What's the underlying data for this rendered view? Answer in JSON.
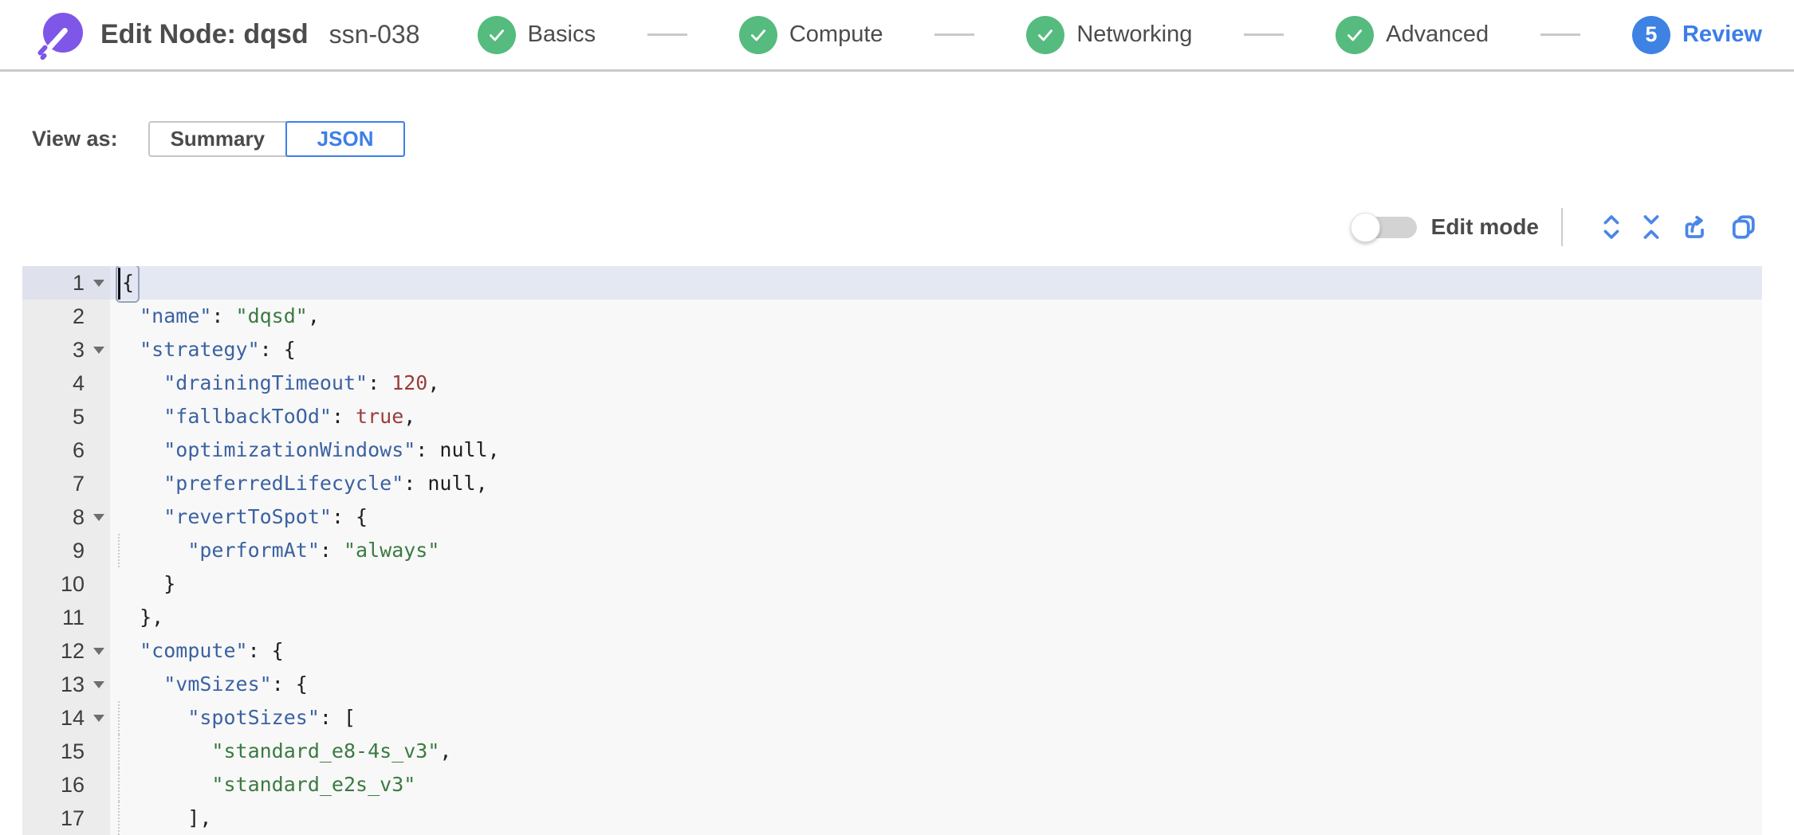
{
  "header": {
    "title": "Edit Node: dqsd",
    "subtitle": "ssn-038",
    "steps": [
      {
        "label": "Basics",
        "state": "done"
      },
      {
        "label": "Compute",
        "state": "done"
      },
      {
        "label": "Networking",
        "state": "done"
      },
      {
        "label": "Advanced",
        "state": "done"
      },
      {
        "label": "Review",
        "state": "active",
        "number": "5"
      }
    ]
  },
  "view_as": {
    "label": "View as:",
    "options": [
      {
        "label": "Summary",
        "selected": false
      },
      {
        "label": "JSON",
        "selected": true
      }
    ]
  },
  "toolbar": {
    "edit_mode_label": "Edit mode",
    "edit_mode_on": false,
    "icons": [
      "expand-icon",
      "collapse-icon",
      "export-icon",
      "copy-icon"
    ]
  },
  "colors": {
    "accent_blue": "#3d7fe8",
    "success_green": "#56bb7e",
    "logo_purple": "#7e57e8",
    "key_blue": "#3b62a1",
    "string_green": "#3b7a42",
    "number_maroon": "#9a3c3c"
  },
  "editor": {
    "lines": [
      {
        "n": 1,
        "fold": true,
        "active": true,
        "cursor": true,
        "tokens": [
          {
            "c": "pun",
            "t": "{"
          }
        ]
      },
      {
        "n": 2,
        "tokens": [
          {
            "c": "pun",
            "t": "  "
          },
          {
            "c": "key",
            "t": "\"name\""
          },
          {
            "c": "pun",
            "t": ": "
          },
          {
            "c": "str",
            "t": "\"dqsd\""
          },
          {
            "c": "pun",
            "t": ","
          }
        ]
      },
      {
        "n": 3,
        "fold": true,
        "tokens": [
          {
            "c": "pun",
            "t": "  "
          },
          {
            "c": "key",
            "t": "\"strategy\""
          },
          {
            "c": "pun",
            "t": ": {"
          }
        ]
      },
      {
        "n": 4,
        "tokens": [
          {
            "c": "pun",
            "t": "    "
          },
          {
            "c": "key",
            "t": "\"drainingTimeout\""
          },
          {
            "c": "pun",
            "t": ": "
          },
          {
            "c": "num",
            "t": "120"
          },
          {
            "c": "pun",
            "t": ","
          }
        ]
      },
      {
        "n": 5,
        "tokens": [
          {
            "c": "pun",
            "t": "    "
          },
          {
            "c": "key",
            "t": "\"fallbackToOd\""
          },
          {
            "c": "pun",
            "t": ": "
          },
          {
            "c": "bool",
            "t": "true"
          },
          {
            "c": "pun",
            "t": ","
          }
        ]
      },
      {
        "n": 6,
        "tokens": [
          {
            "c": "pun",
            "t": "    "
          },
          {
            "c": "key",
            "t": "\"optimizationWindows\""
          },
          {
            "c": "pun",
            "t": ": "
          },
          {
            "c": "null",
            "t": "null"
          },
          {
            "c": "pun",
            "t": ","
          }
        ]
      },
      {
        "n": 7,
        "tokens": [
          {
            "c": "pun",
            "t": "    "
          },
          {
            "c": "key",
            "t": "\"preferredLifecycle\""
          },
          {
            "c": "pun",
            "t": ": "
          },
          {
            "c": "null",
            "t": "null"
          },
          {
            "c": "pun",
            "t": ","
          }
        ]
      },
      {
        "n": 8,
        "fold": true,
        "tokens": [
          {
            "c": "pun",
            "t": "    "
          },
          {
            "c": "key",
            "t": "\"revertToSpot\""
          },
          {
            "c": "pun",
            "t": ": {"
          }
        ]
      },
      {
        "n": 9,
        "guide": true,
        "tokens": [
          {
            "c": "pun",
            "t": "      "
          },
          {
            "c": "key",
            "t": "\"performAt\""
          },
          {
            "c": "pun",
            "t": ": "
          },
          {
            "c": "str",
            "t": "\"always\""
          }
        ]
      },
      {
        "n": 10,
        "tokens": [
          {
            "c": "pun",
            "t": "    }"
          }
        ]
      },
      {
        "n": 11,
        "tokens": [
          {
            "c": "pun",
            "t": "  },"
          }
        ]
      },
      {
        "n": 12,
        "fold": true,
        "tokens": [
          {
            "c": "pun",
            "t": "  "
          },
          {
            "c": "key",
            "t": "\"compute\""
          },
          {
            "c": "pun",
            "t": ": {"
          }
        ]
      },
      {
        "n": 13,
        "fold": true,
        "tokens": [
          {
            "c": "pun",
            "t": "    "
          },
          {
            "c": "key",
            "t": "\"vmSizes\""
          },
          {
            "c": "pun",
            "t": ": {"
          }
        ]
      },
      {
        "n": 14,
        "fold": true,
        "guide": true,
        "tokens": [
          {
            "c": "pun",
            "t": "      "
          },
          {
            "c": "key",
            "t": "\"spotSizes\""
          },
          {
            "c": "pun",
            "t": ": ["
          }
        ]
      },
      {
        "n": 15,
        "guide": true,
        "tokens": [
          {
            "c": "pun",
            "t": "        "
          },
          {
            "c": "str",
            "t": "\"standard_e8-4s_v3\""
          },
          {
            "c": "pun",
            "t": ","
          }
        ]
      },
      {
        "n": 16,
        "guide": true,
        "tokens": [
          {
            "c": "pun",
            "t": "        "
          },
          {
            "c": "str",
            "t": "\"standard_e2s_v3\""
          }
        ]
      },
      {
        "n": 17,
        "guide": true,
        "tokens": [
          {
            "c": "pun",
            "t": "      ],"
          }
        ]
      }
    ]
  }
}
